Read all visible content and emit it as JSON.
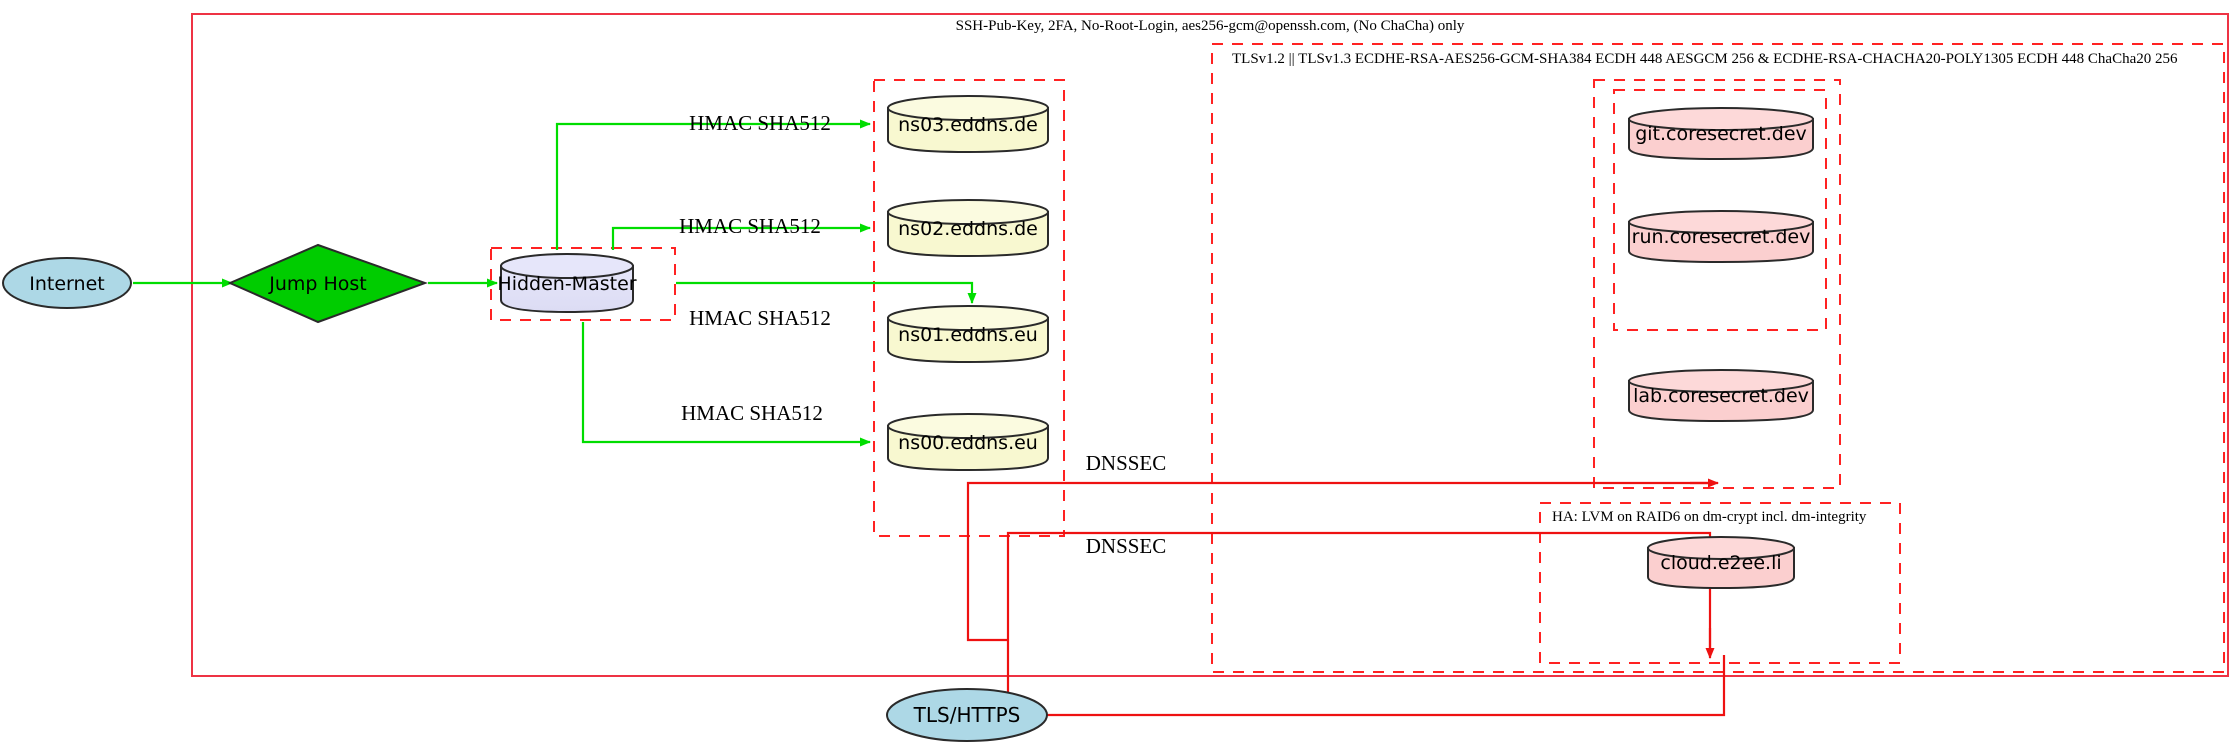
{
  "diagram": {
    "title_note": "SSH-Pub-Key, 2FA, No-Root-Login, aes256-gcm@openssh.com, (No ChaCha) only",
    "tls_note": "TLSv1.2 || TLSv1.3 ECDHE-RSA-AES256-GCM-SHA384 ECDH 448 AESGCM 256 & ECDHE-RSA-CHACHA20-POLY1305 ECDH 448 ChaCha20 256",
    "ha_note": "HA: LVM on RAID6 on dm-crypt incl. dm-integrity",
    "nodes": {
      "internet": "Internet",
      "jump_host": "Jump Host",
      "hidden_master": "Hidden-Master",
      "ns03": "ns03.eddns.de",
      "ns02": "ns02.eddns.de",
      "ns01": "ns01.eddns.eu",
      "ns00": "ns00.eddns.eu",
      "git": "git.coresecret.dev",
      "run": "run.coresecret.dev",
      "lab": "lab.coresecret.dev",
      "cloud": "cloud.e2ee.li",
      "tls_https": "TLS/HTTPS"
    },
    "edge_labels": {
      "hmac_ns03": "HMAC SHA512",
      "hmac_ns02": "HMAC SHA512",
      "hmac_ns01": "HMAC SHA512",
      "hmac_ns00": "HMAC SHA512",
      "dnssec_upper": "DNSSEC",
      "dnssec_lower": "DNSSEC"
    },
    "colors": {
      "ellipse_fill": "#add8e6",
      "diamond_fill": "#00cc00",
      "cylinder_lavender": "#e0e0f8",
      "cylinder_yellow": "#f8f8d0",
      "cylinder_pink": "#fbcfcf",
      "edge_green": "#00dd00",
      "edge_red": "#ee1111",
      "cluster_red": "#ff2222",
      "outline": "#2a2a2a"
    }
  }
}
